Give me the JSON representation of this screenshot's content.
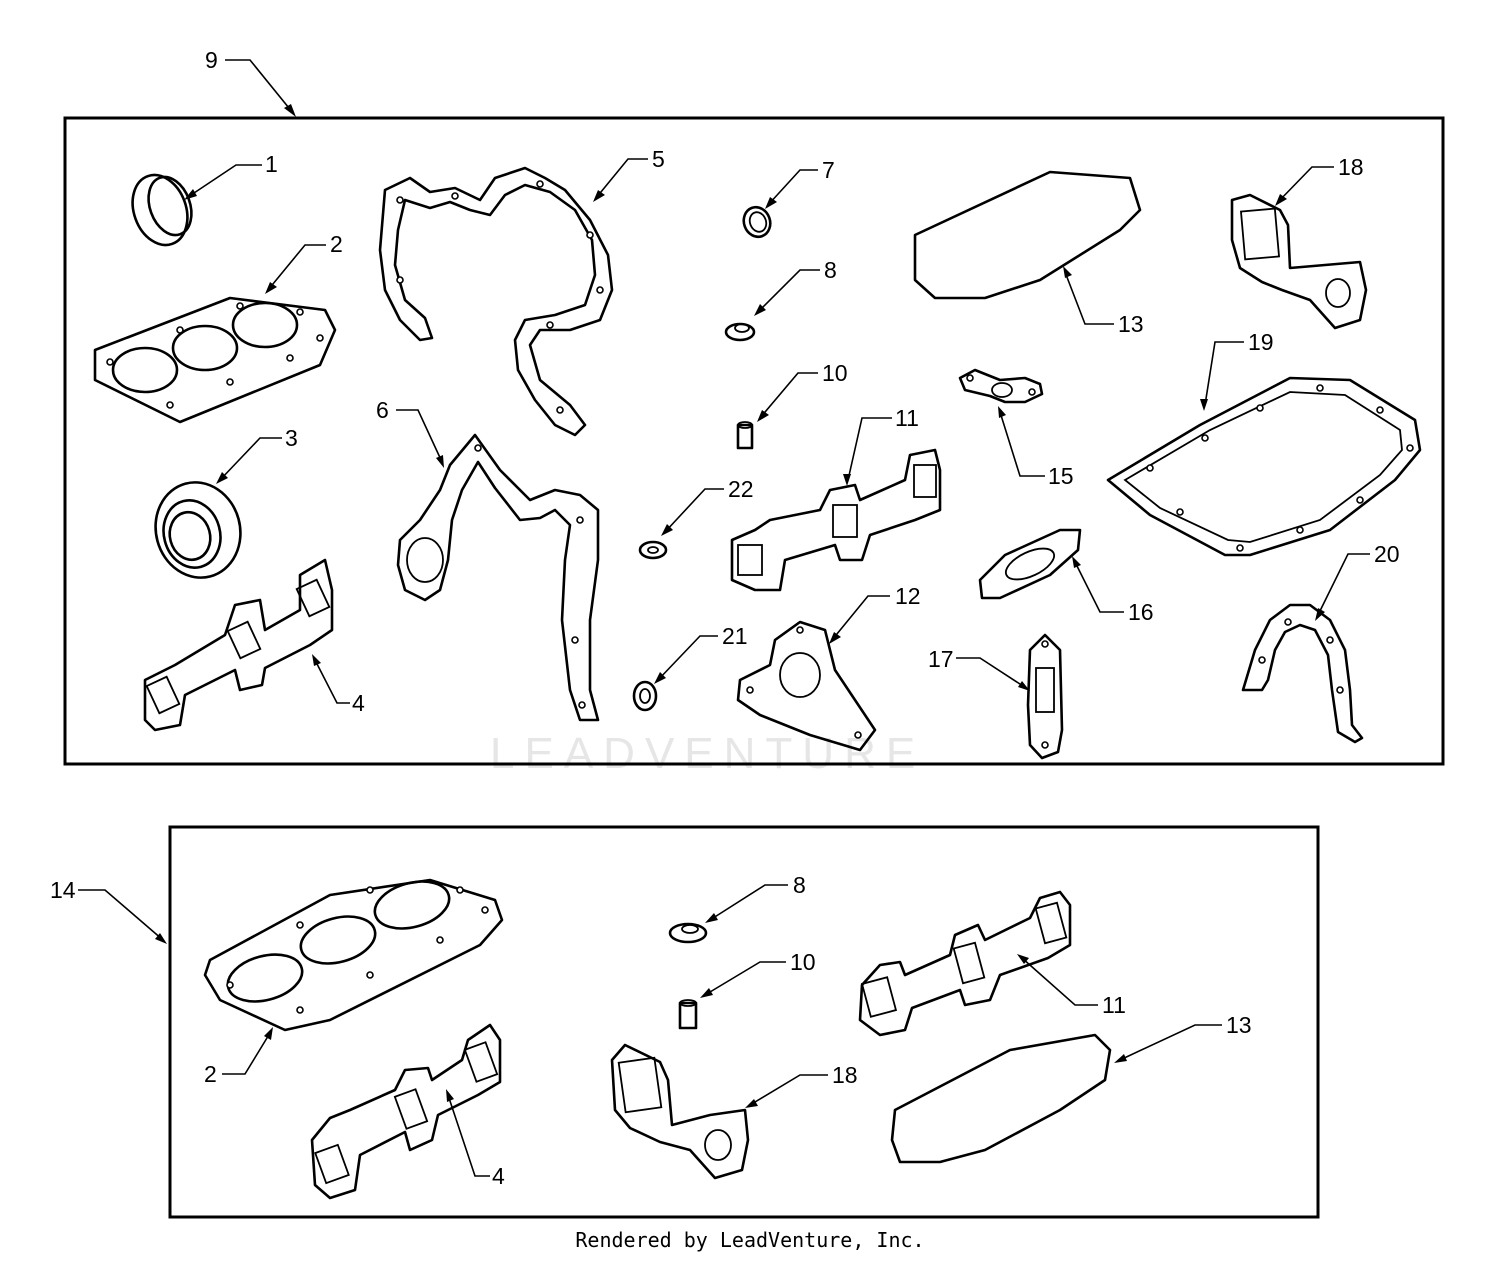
{
  "watermark": "LEADVENTURE",
  "footer": "Rendered by LeadVenture, Inc.",
  "callouts": {
    "kit_upper": "9",
    "kit_lower": "14",
    "upper": {
      "p1": "1",
      "p2": "2",
      "p3": "3",
      "p4": "4",
      "p5": "5",
      "p6": "6",
      "p7": "7",
      "p8": "8",
      "p10": "10",
      "p11": "11",
      "p12": "12",
      "p13": "13",
      "p15": "15",
      "p16": "16",
      "p17": "17",
      "p18": "18",
      "p19": "19",
      "p20": "20",
      "p21": "21",
      "p22": "22"
    },
    "lower": {
      "p2": "2",
      "p4": "4",
      "p8": "8",
      "p10": "10",
      "p11": "11",
      "p13": "13",
      "p18": "18"
    }
  }
}
